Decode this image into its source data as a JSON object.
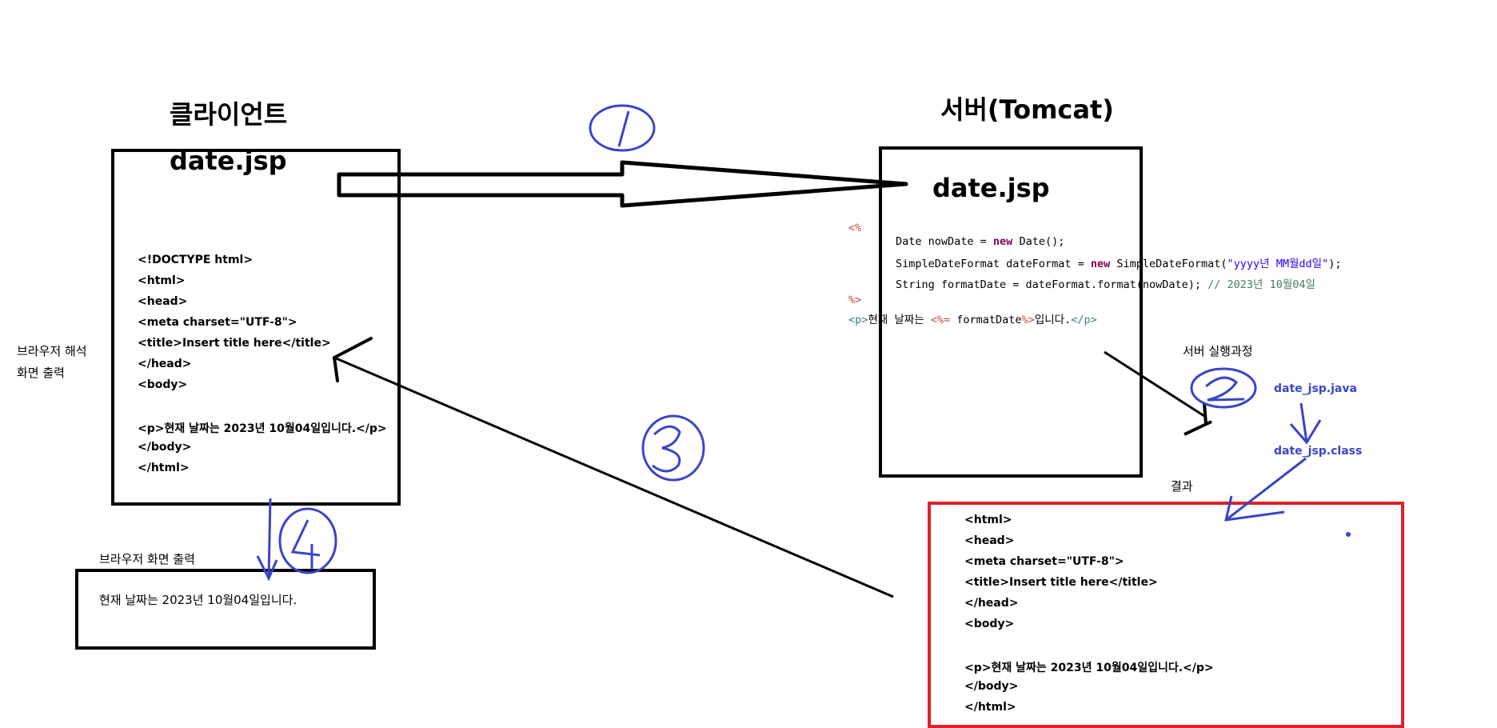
{
  "client": {
    "title": "클라이언트",
    "file": "date.jsp",
    "code": [
      "<!DOCTYPE html>",
      "<html>",
      "<head>",
      "<meta charset=\"UTF-8\">",
      "<title>Insert title here</title>",
      "</head>",
      "<body>",
      "",
      "<p>현재 날짜는 2023년 10월04일입니다.</p>",
      "</body>",
      "</html>"
    ],
    "side_label_1": "브라우저 해석",
    "side_label_2": "화면 출력",
    "output_label": "브라우저 화면 출력",
    "output_text": "현재 날짜는 2023년 10월04일입니다."
  },
  "server": {
    "title": "서버(Tomcat)",
    "file": "date.jsp",
    "jsp_open": "<%",
    "line1_a": "Date nowDate = ",
    "line1_kw": "new",
    "line1_b": " Date();",
    "line2_a": "SimpleDateFormat dateFormat = ",
    "line2_kw": "new",
    "line2_b": " SimpleDateFormat(",
    "line2_str": "\"yyyy년 MM월dd일\"",
    "line2_c": ");",
    "line3_a": "String formatDate = dateFormat.format(nowDate); ",
    "line3_cmt": "// 2023년 10월04일",
    "jsp_close": "%>",
    "p_open": "<p>",
    "p_text1": "현재 날짜는 ",
    "p_expr_open": "<%=",
    "p_expr": " formatDate",
    "p_expr_close": "%>",
    "p_text2": "입니다.",
    "p_close": "</p>",
    "process_label": "서버 실행과정",
    "java_file": "date_jsp.java",
    "class_file": "date_jsp.class",
    "result_label": "결과"
  },
  "result": {
    "code": [
      "<html>",
      "<head>",
      "<meta charset=\"UTF-8\">",
      "<title>Insert title here</title>",
      "</head>",
      "<body>",
      "",
      "<p>현재 날짜는 2023년 10월04일입니다.</p>",
      "</body>",
      "</html>"
    ]
  },
  "steps": [
    "1",
    "2",
    "3",
    "4"
  ],
  "colors": {
    "ink": "#000000",
    "blue": "#3a44c8",
    "red": "#e0202a"
  }
}
